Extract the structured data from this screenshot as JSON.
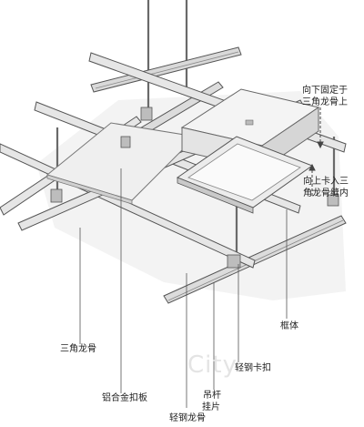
{
  "labels": {
    "fix_down_1": "向下固定于",
    "fix_down_2": "三角龙骨上",
    "clip_up_1": "向上卡入三",
    "clip_up_2": "角龙骨缝内",
    "triangle_keel": "三角龙骨",
    "aluminum_panel": "铝合金扣板",
    "frame": "框体",
    "light_keel_clip": "轻钢卡扣",
    "hanger_rod": "吊杆",
    "clip_piece": "挂片",
    "light_steel_keel": "轻钢龙骨"
  },
  "watermark": "City"
}
